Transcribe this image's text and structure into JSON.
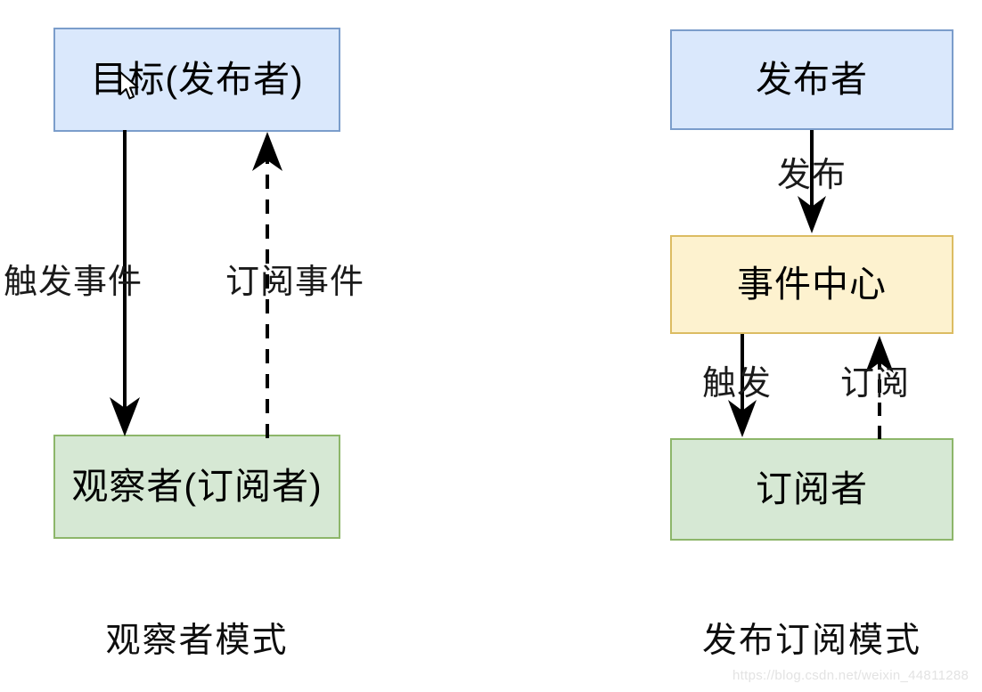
{
  "diagram": {
    "background_color": "#ffffff",
    "left_panel": {
      "caption": "观察者模式",
      "nodes": {
        "publisher": {
          "label": "目标(发布者)",
          "fill": "#dae8fc",
          "stroke": "#7b9dcb"
        },
        "observer": {
          "label": "观察者(订阅者)",
          "fill": "#d6e8d4",
          "stroke": "#8db66a"
        }
      },
      "edges": {
        "trigger": {
          "label": "触发事件",
          "style": "solid",
          "direction": "down"
        },
        "subscribe": {
          "label": "订阅事件",
          "style": "dashed",
          "direction": "up"
        }
      }
    },
    "right_panel": {
      "caption": "发布订阅模式",
      "nodes": {
        "publisher": {
          "label": "发布者",
          "fill": "#dae8fc",
          "stroke": "#7b9dcb"
        },
        "event_center": {
          "label": "事件中心",
          "fill": "#fdf2cf",
          "stroke": "#dcbc62"
        },
        "subscriber": {
          "label": "订阅者",
          "fill": "#d6e8d4",
          "stroke": "#8db66a"
        }
      },
      "edges": {
        "publish": {
          "label": "发布",
          "style": "solid",
          "direction": "down"
        },
        "trigger": {
          "label": "触发",
          "style": "solid",
          "direction": "down"
        },
        "subscribe": {
          "label": "订阅",
          "style": "dashed",
          "direction": "up"
        }
      }
    },
    "watermark": "https://blog.csdn.net/weixin_44811288"
  }
}
